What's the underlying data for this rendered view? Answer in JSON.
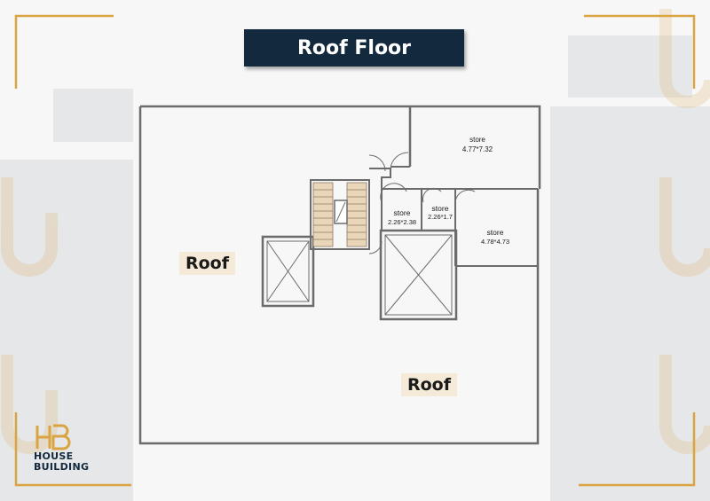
{
  "title": "Roof Floor",
  "rooms": [
    {
      "name": "store",
      "size": "4.77*7.32"
    },
    {
      "name": "store",
      "size": "2.26*2.38"
    },
    {
      "name": "store",
      "size": "2.26*1.7"
    },
    {
      "name": "store",
      "size": "4.78*4.73"
    }
  ],
  "roof_labels": [
    "Roof",
    "Roof"
  ],
  "logo": {
    "line1": "HOUSE",
    "line2": "BUILDING"
  },
  "colors": {
    "title_bg": "#13293d",
    "frame_gold": "#d9a441",
    "wall": "#6b6b6b",
    "label_bg": "#f5e9d8"
  }
}
